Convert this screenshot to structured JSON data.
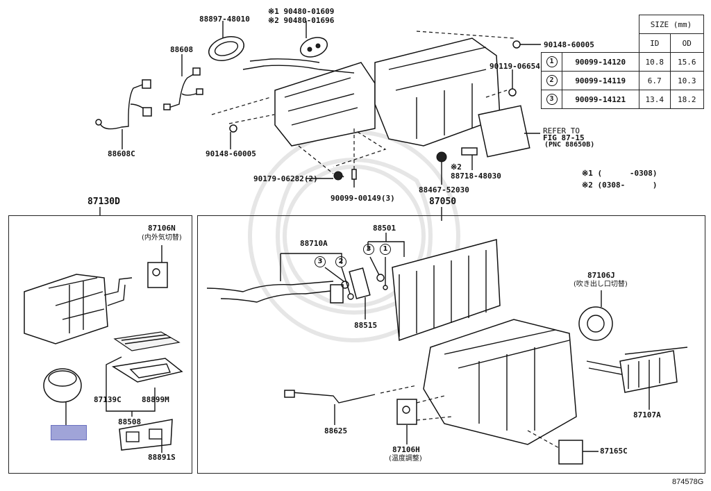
{
  "diagram": {
    "figure_id": "874578G",
    "size_table": {
      "header": "SIZE (mm)",
      "columns": [
        "ID",
        "OD"
      ],
      "rows": [
        {
          "ref": "1",
          "part": "90099-14120",
          "id": "10.8",
          "od": "15.6"
        },
        {
          "ref": "2",
          "part": "90099-14119",
          "id": "6.7",
          "od": "10.3"
        },
        {
          "ref": "3",
          "part": "90099-14121",
          "id": "13.4",
          "od": "18.2"
        }
      ]
    },
    "notes": {
      "n1": "※1 (      -0308)",
      "n2": "※2 (0308-      )"
    },
    "refer": {
      "line1": "REFER TO",
      "line2": "FIG 87-15",
      "line3": "(PNC 88650B)"
    },
    "top_labels": {
      "p88897": "88897-48010",
      "p90480_1": "※1 90480-01609",
      "p90480_2": "※2 90480-01696",
      "p88608": "88608",
      "p88608c": "88608C",
      "p90148a": "90148-60005",
      "p90148b": "90148-60005",
      "p90119": "90119-06654",
      "p90179": "90179-06282(2)",
      "p90099": "90099-00149(3)",
      "p88467": "88467-52030",
      "p88718_note": "※2",
      "p88718": "88718-48030"
    },
    "group_labels": {
      "g87130d": "87130D",
      "g87050": "87050"
    },
    "left_box": {
      "p87106n": "87106N",
      "p87106n_jp": "(内外気切替)",
      "p87139c": "87139C",
      "p88899m": "88899M",
      "p88508": "88508",
      "p88891s": "88891S"
    },
    "right_box": {
      "p88710a": "88710A",
      "p88501": "88501",
      "p88515": "88515",
      "p87106j": "87106J",
      "p87106j_jp": "(吹き出し口切替)",
      "p87107a": "87107A",
      "p88625": "88625",
      "p87106h": "87106H",
      "p87106h_jp": "(温度調整)",
      "p87165c": "87165C",
      "circle_3a": "3",
      "circle_2": "2",
      "circle_3b": "3",
      "circle_1": "1"
    },
    "highlight_color": "#a0a4d8"
  }
}
